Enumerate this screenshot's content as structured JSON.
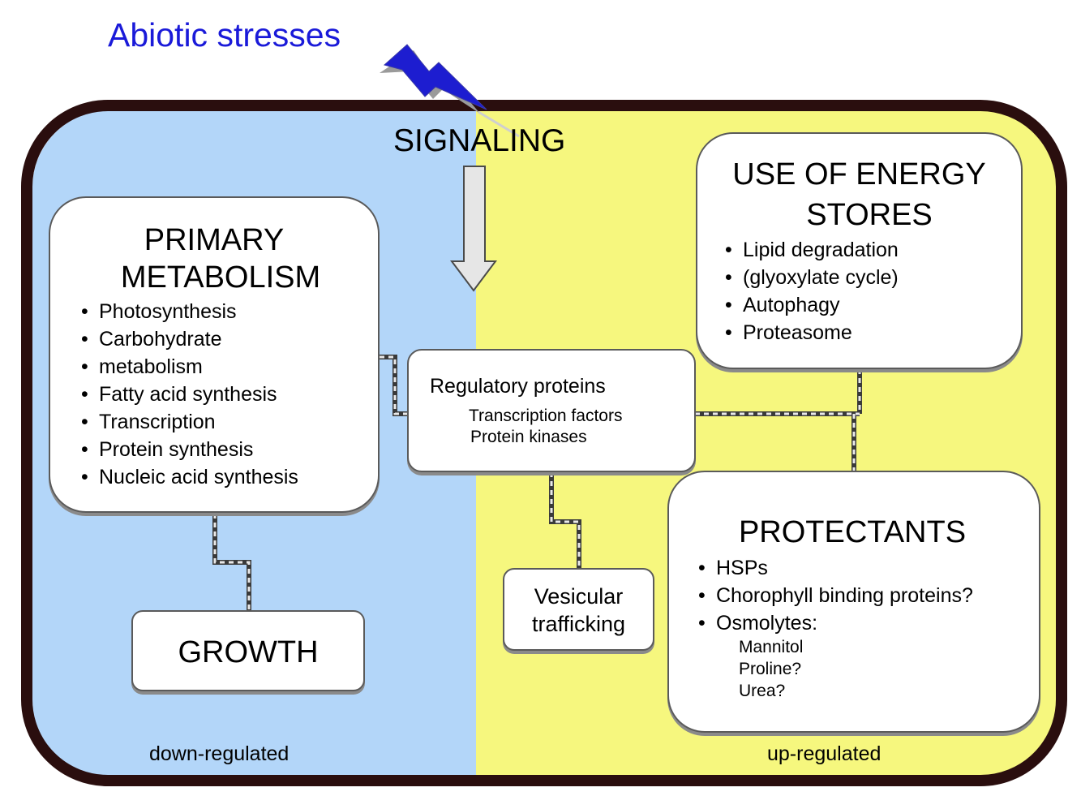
{
  "header": {
    "title": "Abiotic stresses",
    "signaling": "SIGNALING"
  },
  "primary_metabolism": {
    "title_line1": "PRIMARY",
    "title_line2": "METABOLISM",
    "items": [
      "Photosynthesis",
      "Carbohydrate",
      "metabolism",
      "Fatty acid synthesis",
      "Transcription",
      "Protein synthesis",
      "Nucleic acid synthesis"
    ]
  },
  "growth": {
    "label": "GROWTH"
  },
  "regulatory": {
    "title": "Regulatory proteins",
    "items": [
      "Transcription factors",
      "Protein kinases"
    ]
  },
  "vesicular": {
    "line1": "Vesicular",
    "line2": "trafficking"
  },
  "energy_stores": {
    "title_line1": "USE OF ENERGY",
    "title_line2": "STORES",
    "items": [
      "Lipid degradation",
      "(glyoxylate cycle)",
      "Autophagy",
      "Proteasome"
    ]
  },
  "protectants": {
    "title": "PROTECTANTS",
    "items": [
      "HSPs",
      "Chorophyll binding proteins?",
      "Osmolytes:"
    ],
    "osmolytes": [
      "Mannitol",
      "Proline?",
      "Urea?"
    ]
  },
  "labels": {
    "down": "down-regulated",
    "up": "up-regulated"
  },
  "colors": {
    "down_bg": "#b3d6f9",
    "up_bg": "#f6f77e",
    "border": "#2a0e0e",
    "title_blue": "#1a1ad9",
    "bolt": "#1d1dd0"
  }
}
